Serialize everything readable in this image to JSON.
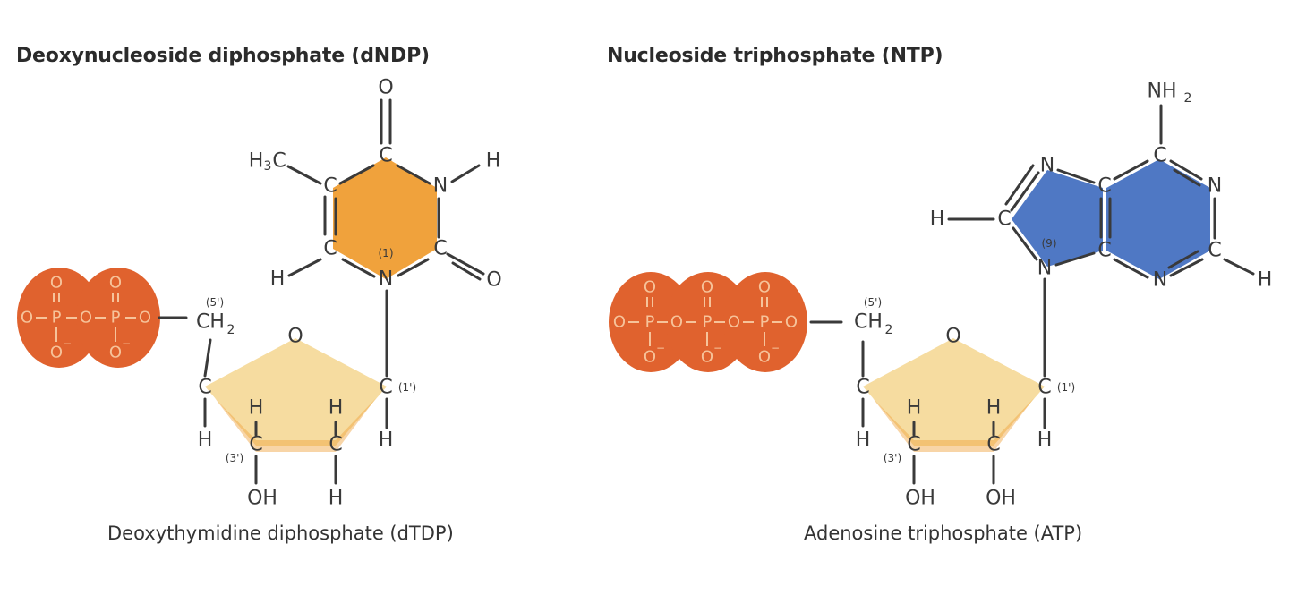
{
  "left": {
    "heading": "Deoxynucleoside diphosphate (dNDP)",
    "caption": "Deoxythymidine diphosphate (dTDP)",
    "base_color": "#f0a23c",
    "sugar_color": "#f6dca0",
    "phosphate_color": "#e0622e",
    "labels": {
      "o_top": "O",
      "h3c": "H",
      "h3c_sub": "3",
      "h3c_c": "C",
      "h_n3": "H",
      "h_c6": "H",
      "c4": "C",
      "c5": "C",
      "c6": "C",
      "n3": "N",
      "c2": "C",
      "n1": "N",
      "o2": "O",
      "n1_num": "(1)",
      "five_prime": "(5')",
      "ch2": "CH",
      "ch2_sub": "2",
      "ring_o": "O",
      "c4p": "C",
      "c1p": "C",
      "c1p_num": "(1')",
      "h4p": "H",
      "h3p_top": "H",
      "h2p_top": "H",
      "h1p": "H",
      "c3p": "C",
      "c2p": "C",
      "c3p_num": "(3')",
      "oh3": "OH",
      "h2p_bottom": "H"
    }
  },
  "right": {
    "heading": "Nucleoside triphosphate (NTP)",
    "caption": "Adenosine triphosphate (ATP)",
    "base_color": "#4f78c4",
    "sugar_color": "#f6dca0",
    "phosphate_color": "#e0622e",
    "labels": {
      "nh2": "NH",
      "nh2_sub": "2",
      "c6": "C",
      "n1": "N",
      "c2": "C",
      "h2": "H",
      "n3": "N",
      "c4": "C",
      "c5": "C",
      "n7": "N",
      "c8": "C",
      "h8": "H",
      "n9": "N",
      "n9_num": "(9)",
      "five_prime": "(5')",
      "ch2": "CH",
      "ch2_sub": "2",
      "ring_o": "O",
      "c4p": "C",
      "c1p": "C",
      "c1p_num": "(1')",
      "h4p": "H",
      "h3p_top": "H",
      "h2p_top": "H",
      "h1p": "H",
      "c3p": "C",
      "c2p": "C",
      "c3p_num": "(3')",
      "oh3": "OH",
      "oh2": "OH"
    }
  },
  "phosphate": {
    "p": "P",
    "o": "O",
    "minus": "−"
  }
}
